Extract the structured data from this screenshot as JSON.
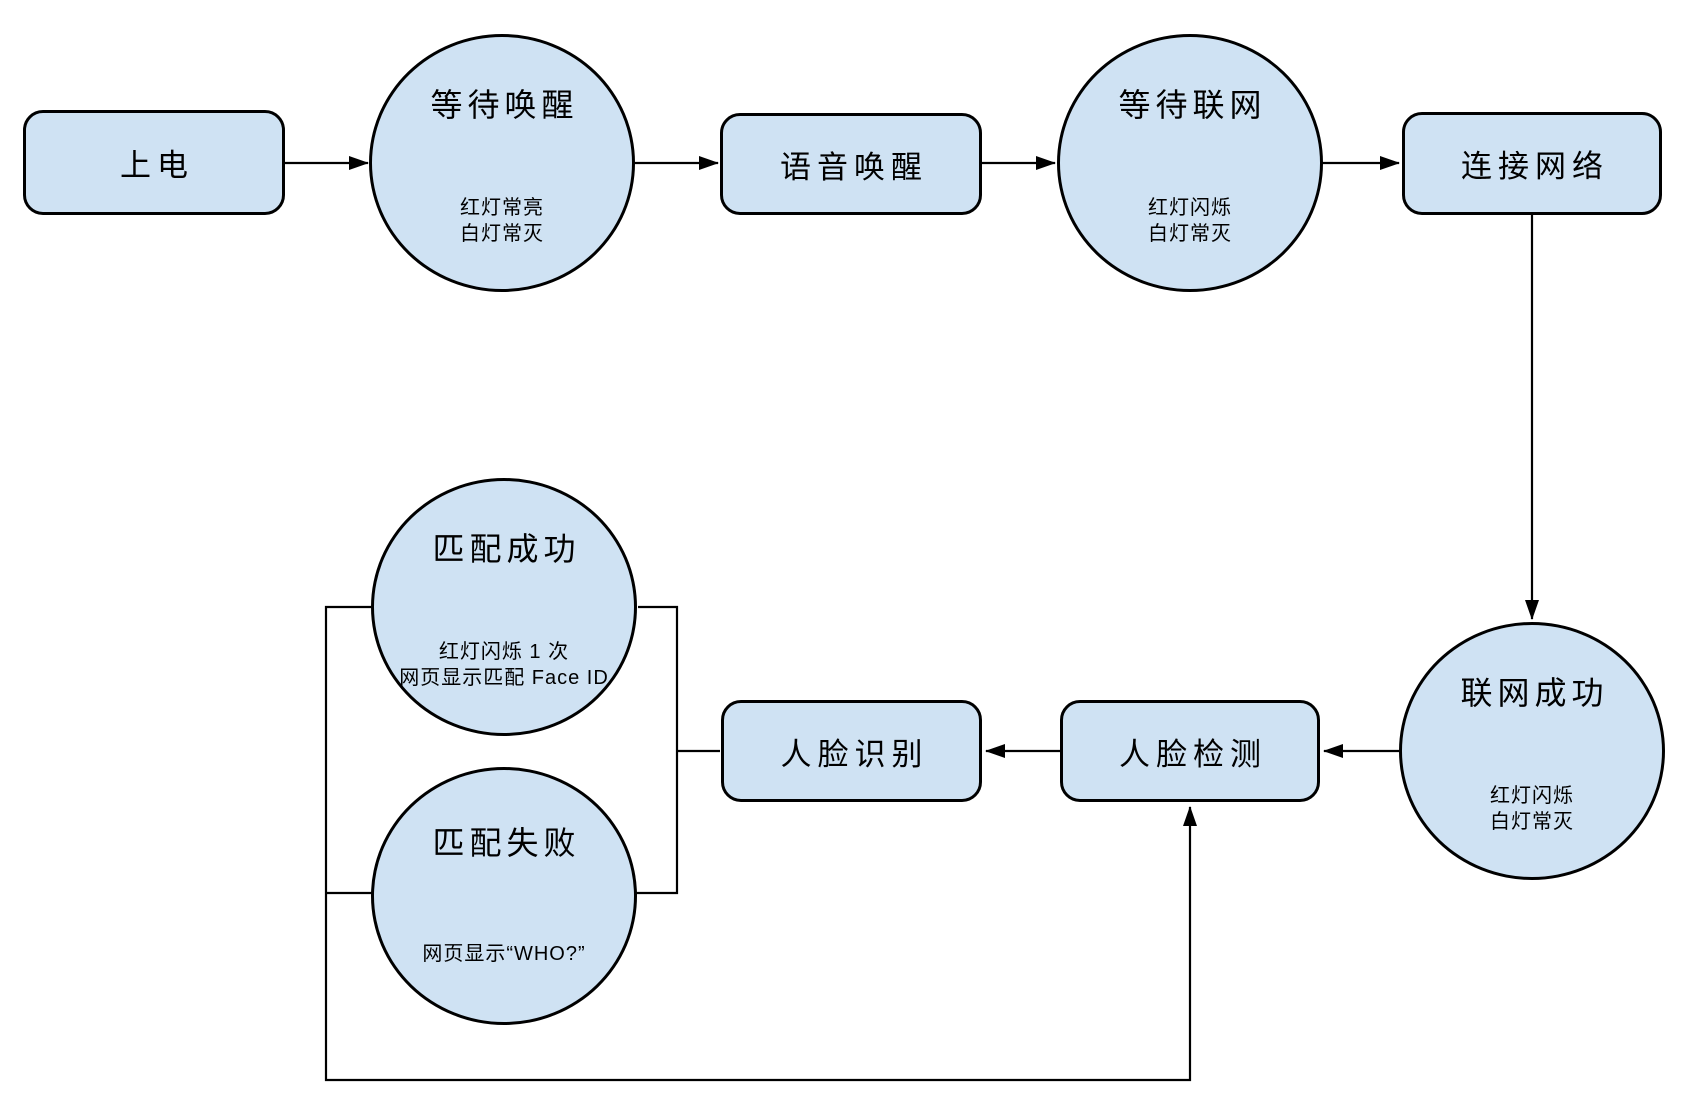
{
  "colors": {
    "node_fill": "#cfe2f3",
    "node_border": "#000000",
    "connector": "#000000",
    "background": "#ffffff"
  },
  "nodes": {
    "power_on": {
      "label": "上电"
    },
    "wait_wake": {
      "title": "等待唤醒",
      "sub1": "红灯常亮",
      "sub2": "白灯常灭"
    },
    "voice_wake": {
      "label": "语音唤醒"
    },
    "wait_network": {
      "title": "等待联网",
      "sub1": "红灯闪烁",
      "sub2": "白灯常灭"
    },
    "connect_network": {
      "label": "连接网络"
    },
    "network_success": {
      "title": "联网成功",
      "sub1": "红灯闪烁",
      "sub2": "白灯常灭"
    },
    "face_detect": {
      "label": "人脸检测"
    },
    "face_recognize": {
      "label": "人脸识别"
    },
    "match_success": {
      "title": "匹配成功",
      "sub1": "红灯闪烁 1 次",
      "sub2": "网页显示匹配 Face ID"
    },
    "match_fail": {
      "title": "匹配失败",
      "sub1": "网页显示“WHO?”"
    }
  }
}
